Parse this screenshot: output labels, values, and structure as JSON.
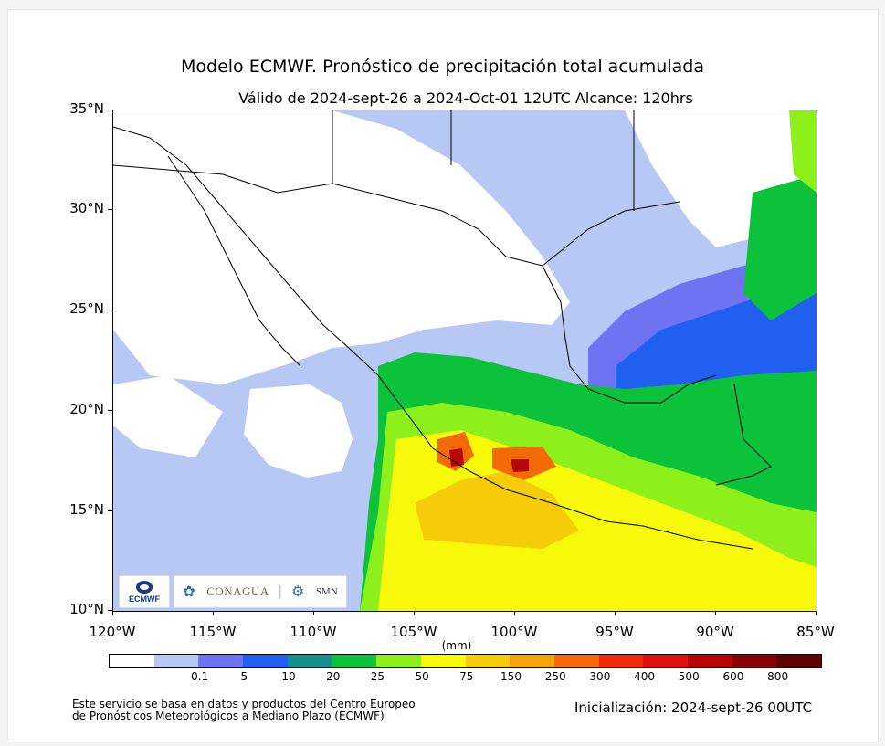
{
  "title": "Modelo ECMWF. Pronóstico de precipitación total acumulada",
  "subtitle": "Válido de 2024-sept-26 a 2024-Oct-01 12UTC   Alcance: 120hrs",
  "map": {
    "extent": {
      "lon": [
        -120,
        -85
      ],
      "lat": [
        10,
        35
      ]
    },
    "lat_labels": [
      "35°N",
      "30°N",
      "25°N",
      "20°N",
      "15°N",
      "10°N"
    ],
    "lon_labels": [
      "120°W",
      "115°W",
      "110°W",
      "105°W",
      "100°W",
      "95°W",
      "90°W",
      "85°W"
    ]
  },
  "colorbar": {
    "unit_label": "(mm)",
    "levels": [
      "0.1",
      "5",
      "10",
      "20",
      "25",
      "50",
      "75",
      "150",
      "250",
      "300",
      "400",
      "500",
      "600",
      "800"
    ],
    "colors": [
      "#ffffff",
      "#b7c8f4",
      "#6e73f2",
      "#2060f0",
      "#15908e",
      "#0cc23a",
      "#8ef01a",
      "#f8f80a",
      "#f6cc08",
      "#f3a408",
      "#f36a08",
      "#f12a0c",
      "#e11010",
      "#b60606",
      "#880404",
      "#5e0202"
    ]
  },
  "logos": {
    "ecmwf": "ECMWF",
    "conagua": "CONAGUA",
    "smn": "SMN"
  },
  "footer": {
    "note_line1": "Este servicio se basa en datos y productos del Centro Europeo",
    "note_line2": "de Pronósticos Meteorológicos a Mediano Plazo (ECMWF)",
    "init": "Inicialización: 2024-sept-26 00UTC"
  }
}
